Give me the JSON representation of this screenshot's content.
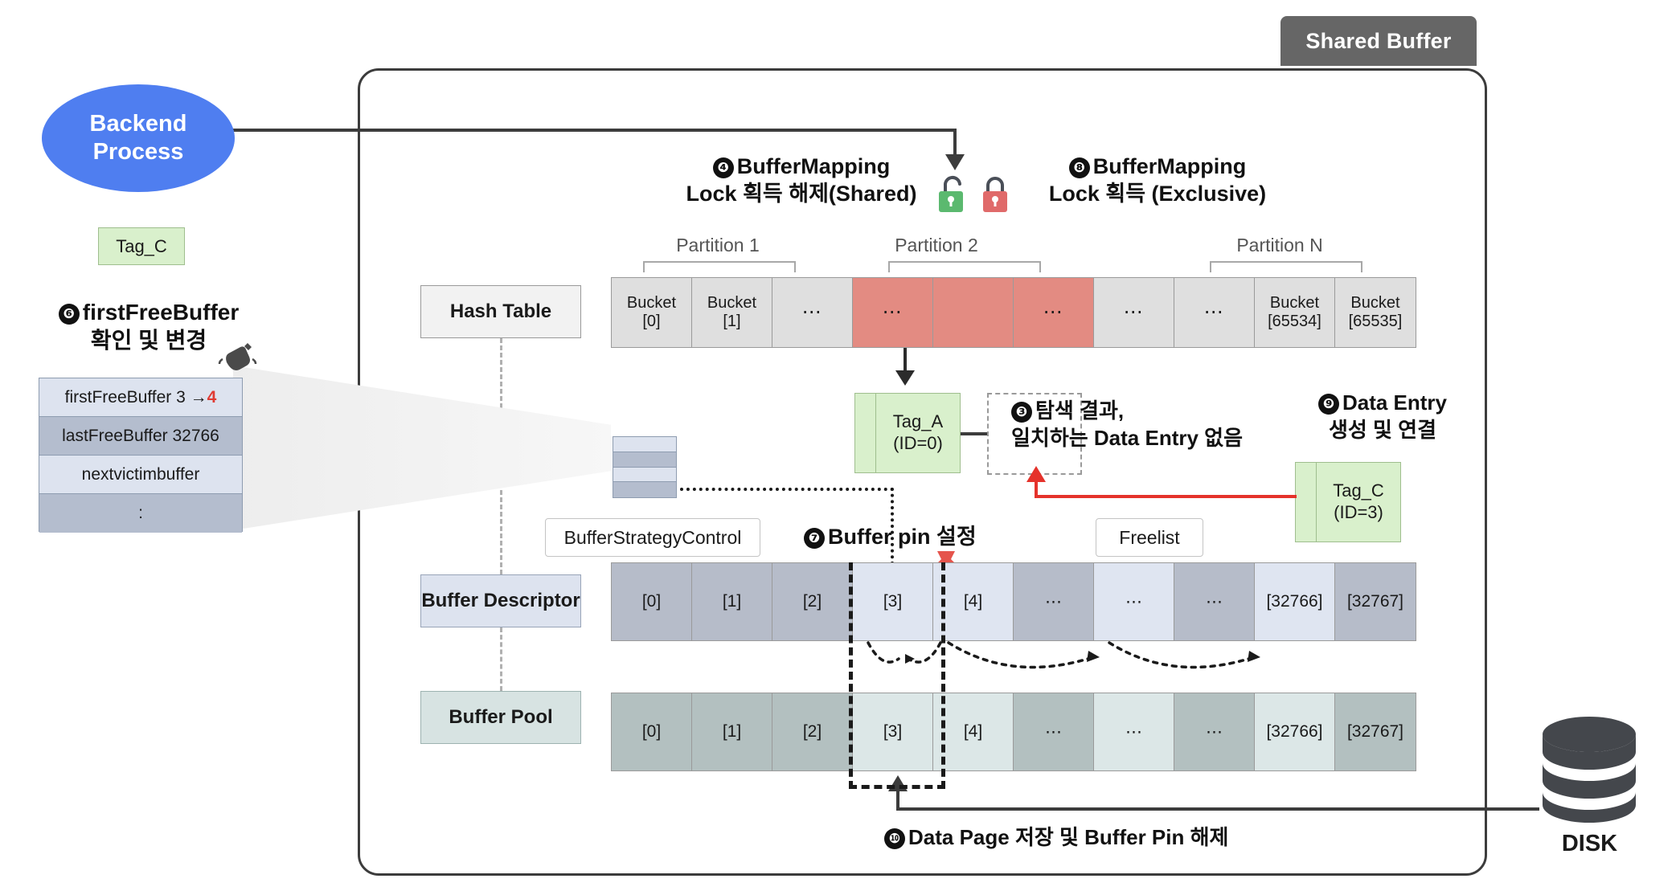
{
  "container": {
    "title": "Shared Buffer"
  },
  "backend": {
    "line1": "Backend",
    "line2": "Process"
  },
  "tag_c_standalone": {
    "label": "Tag_C"
  },
  "steps": {
    "s4": {
      "marker": "❸",
      "line1": "탐색 결과,",
      "line2": "일치하는 Data Entry 없음"
    },
    "s5": {
      "marker": "❹",
      "line1": "BufferMapping",
      "line2": "Lock 획득 해제(Shared)"
    },
    "s6": {
      "marker": "❻",
      "line1": "firstFreeBuffer",
      "line2": "확인 및 변경"
    },
    "s7": {
      "marker": "❼",
      "text": "Buffer pin 설정"
    },
    "s8": {
      "marker": "❽",
      "line1": "BufferMapping",
      "line2": "Lock 획득 (Exclusive)"
    },
    "s9": {
      "marker": "❾",
      "line1": "Data Entry",
      "line2": "생성 및 연결"
    },
    "s10": {
      "marker": "❿",
      "text": "Data Page 저장 및 Buffer Pin 해제"
    }
  },
  "strategy_control": {
    "rows": [
      {
        "label": "firstFreeBuffer 3 → ",
        "changed": "4"
      },
      {
        "label": "lastFreeBuffer 32766",
        "changed": ""
      },
      {
        "label": "nextvictimbuffer",
        "changed": ""
      },
      {
        "label": ":",
        "changed": ""
      }
    ],
    "box_label": "BufferStrategyControl"
  },
  "side_labels": {
    "hash_table": "Hash Table",
    "buffer_descriptor": "Buffer Descriptor",
    "buffer_pool": "Buffer Pool"
  },
  "partitions": [
    {
      "label": "Partition 1"
    },
    {
      "label": "Partition 2"
    },
    {
      "label": "Partition N"
    }
  ],
  "hash_table": {
    "cells": [
      {
        "l1": "Bucket",
        "l2": "[0]",
        "hot": false
      },
      {
        "l1": "Bucket",
        "l2": "[1]",
        "hot": false
      },
      {
        "l1": "",
        "l2": "⋯",
        "hot": false
      },
      {
        "l1": "",
        "l2": "⋯",
        "hot": true
      },
      {
        "l1": "",
        "l2": "",
        "hot": true
      },
      {
        "l1": "",
        "l2": "⋯",
        "hot": true
      },
      {
        "l1": "",
        "l2": "⋯",
        "hot": false
      },
      {
        "l1": "",
        "l2": "⋯",
        "hot": false
      },
      {
        "l1": "Bucket",
        "l2": "[65534]",
        "hot": false
      },
      {
        "l1": "Bucket",
        "l2": "[65535]",
        "hot": false
      }
    ]
  },
  "tag_a": {
    "line1": "Tag_A",
    "line2": "(ID=0)"
  },
  "tag_c": {
    "line1": "Tag_C",
    "line2": "(ID=3)"
  },
  "freelist": {
    "label": "Freelist"
  },
  "buffer_descriptor_row": {
    "cells": [
      {
        "label": "[0]",
        "tone": "dk"
      },
      {
        "label": "[1]",
        "tone": "dk"
      },
      {
        "label": "[2]",
        "tone": "dk"
      },
      {
        "label": "[3]",
        "tone": "lt"
      },
      {
        "label": "[4]",
        "tone": "lt"
      },
      {
        "label": "⋯",
        "tone": "dk"
      },
      {
        "label": "⋯",
        "tone": "lt"
      },
      {
        "label": "⋯",
        "tone": "dk"
      },
      {
        "label": "[32766]",
        "tone": "lt"
      },
      {
        "label": "[32767]",
        "tone": "dk"
      }
    ]
  },
  "buffer_pool_row": {
    "cells": [
      {
        "label": "[0]",
        "tone": "dk"
      },
      {
        "label": "[1]",
        "tone": "dk"
      },
      {
        "label": "[2]",
        "tone": "dk"
      },
      {
        "label": "[3]",
        "tone": "lt"
      },
      {
        "label": "[4]",
        "tone": "lt"
      },
      {
        "label": "⋯",
        "tone": "dk"
      },
      {
        "label": "⋯",
        "tone": "lt"
      },
      {
        "label": "⋯",
        "tone": "dk"
      },
      {
        "label": "[32766]",
        "tone": "lt"
      },
      {
        "label": "[32767]",
        "tone": "dk"
      }
    ]
  },
  "disk": {
    "label": "DISK"
  },
  "colors": {
    "backend": "#4f7ef0",
    "shared_buffer_tab": "#666666",
    "tag_green": "#d9f0cc",
    "hot_bucket": "#e38b82",
    "accent_red": "#e5322b",
    "lock_green": "#5bb96f",
    "lock_red": "#e06a6a",
    "descriptor_light": "#dfe5f1",
    "descriptor_dark": "#b6bcc9",
    "pool_light": "#dce7e7",
    "pool_dark": "#b3c0c0"
  }
}
